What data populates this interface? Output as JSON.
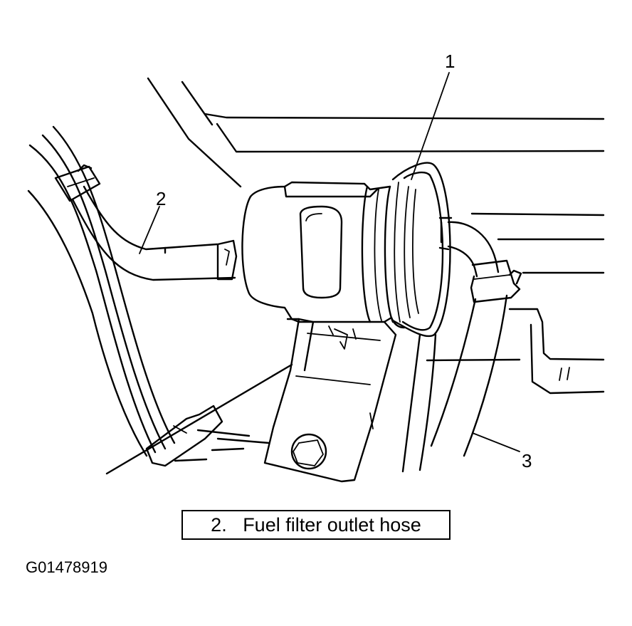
{
  "callouts": {
    "one": "1",
    "two": "2",
    "three": "3"
  },
  "caption": {
    "text": "2.   Fuel filter outlet hose"
  },
  "figure_id": "G01478919"
}
